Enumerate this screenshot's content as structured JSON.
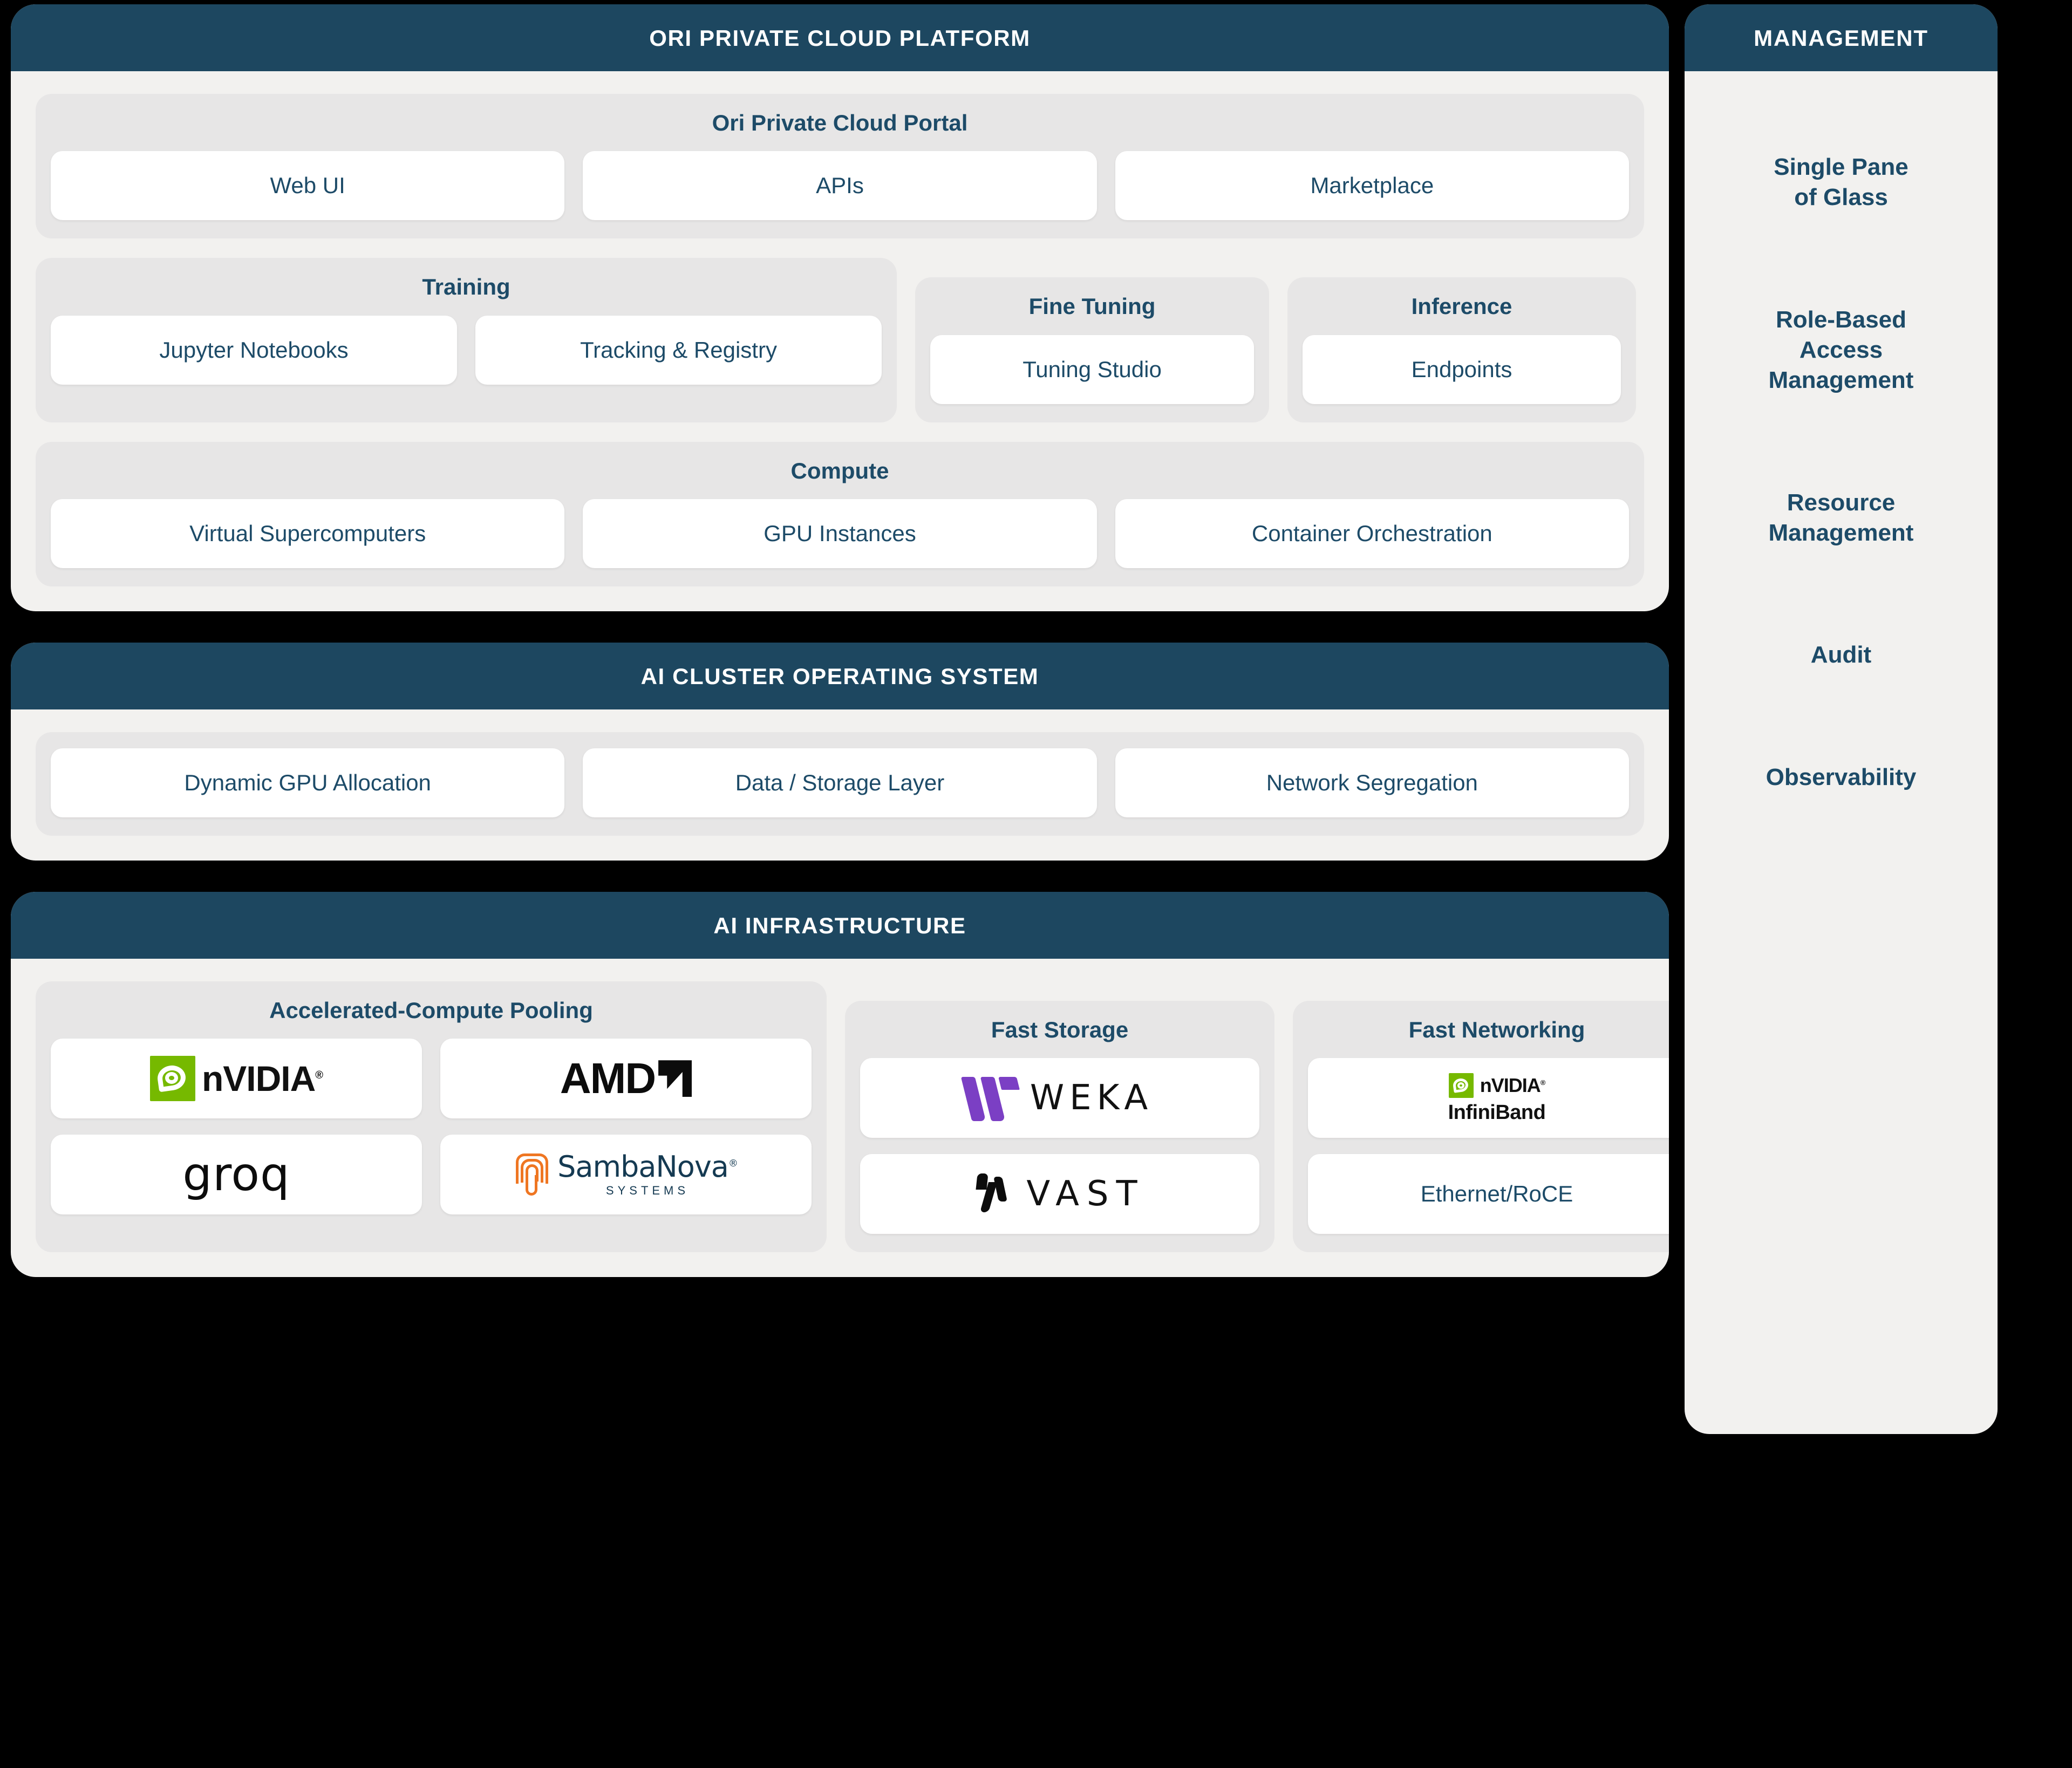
{
  "layers": [
    {
      "id": "platform",
      "header": "ORI PRIVATE CLOUD PLATFORM",
      "groups": {
        "portal": {
          "title": "Ori Private Cloud Portal",
          "cards": [
            "Web UI",
            "APIs",
            "Marketplace"
          ]
        },
        "training": {
          "title": "Training",
          "cards": [
            "Jupyter Notebooks",
            "Tracking & Registry"
          ]
        },
        "fine_tuning": {
          "title": "Fine Tuning",
          "cards": [
            "Tuning Studio"
          ]
        },
        "inference": {
          "title": "Inference",
          "cards": [
            "Endpoints"
          ]
        },
        "compute": {
          "title": "Compute",
          "cards": [
            "Virtual Supercomputers",
            "GPU Instances",
            "Container Orchestration"
          ]
        }
      }
    },
    {
      "id": "cluster-os",
      "header": "AI CLUSTER OPERATING SYSTEM",
      "groups": {
        "os": {
          "cards": [
            "Dynamic GPU Allocation",
            "Data / Storage Layer",
            "Network Segregation"
          ]
        }
      }
    },
    {
      "id": "infrastructure",
      "header": "AI INFRASTRUCTURE",
      "groups": {
        "accelerated_compute": {
          "title": "Accelerated-Compute Pooling",
          "logos": [
            "NVIDIA",
            "AMD",
            "groq",
            "SambaNova SYSTEMS"
          ]
        },
        "fast_storage": {
          "title": "Fast Storage",
          "logos": [
            "WEKA",
            "VAST"
          ]
        },
        "fast_networking": {
          "title": "Fast Networking",
          "logos": [
            "NVIDIA InfiniBand"
          ],
          "cards": [
            "Ethernet/RoCE"
          ]
        }
      }
    }
  ],
  "management": {
    "header": "MANAGEMENT",
    "items": [
      "Single Pane\nof Glass",
      "Role-Based\nAccess\nManagement",
      "Resource\nManagement",
      "Audit",
      "Observability"
    ]
  },
  "brands": {
    "nvidia": {
      "word": "nVIDIA",
      "mark": "®"
    },
    "infiniband": {
      "word": "InfiniBand"
    },
    "amd": {
      "word": "AMD"
    },
    "groq": {
      "word": "groq"
    },
    "sambanova": {
      "name": "SambaNova",
      "mark": "®",
      "sub": "SYSTEMS"
    },
    "weka": {
      "word": "WEKA"
    },
    "vast": {
      "word": "VAST"
    }
  },
  "colors": {
    "header_blue": "#1d4760",
    "text_blue": "#1d4b68",
    "panel_bg": "#f2f1ef",
    "group_bg": "#e7e6e6",
    "card_bg": "#ffffff",
    "nvidia_green": "#76b900",
    "weka_purple": "#7b3fc4",
    "sambanova_orange": "#ef7622",
    "page_bg": "#000000"
  }
}
